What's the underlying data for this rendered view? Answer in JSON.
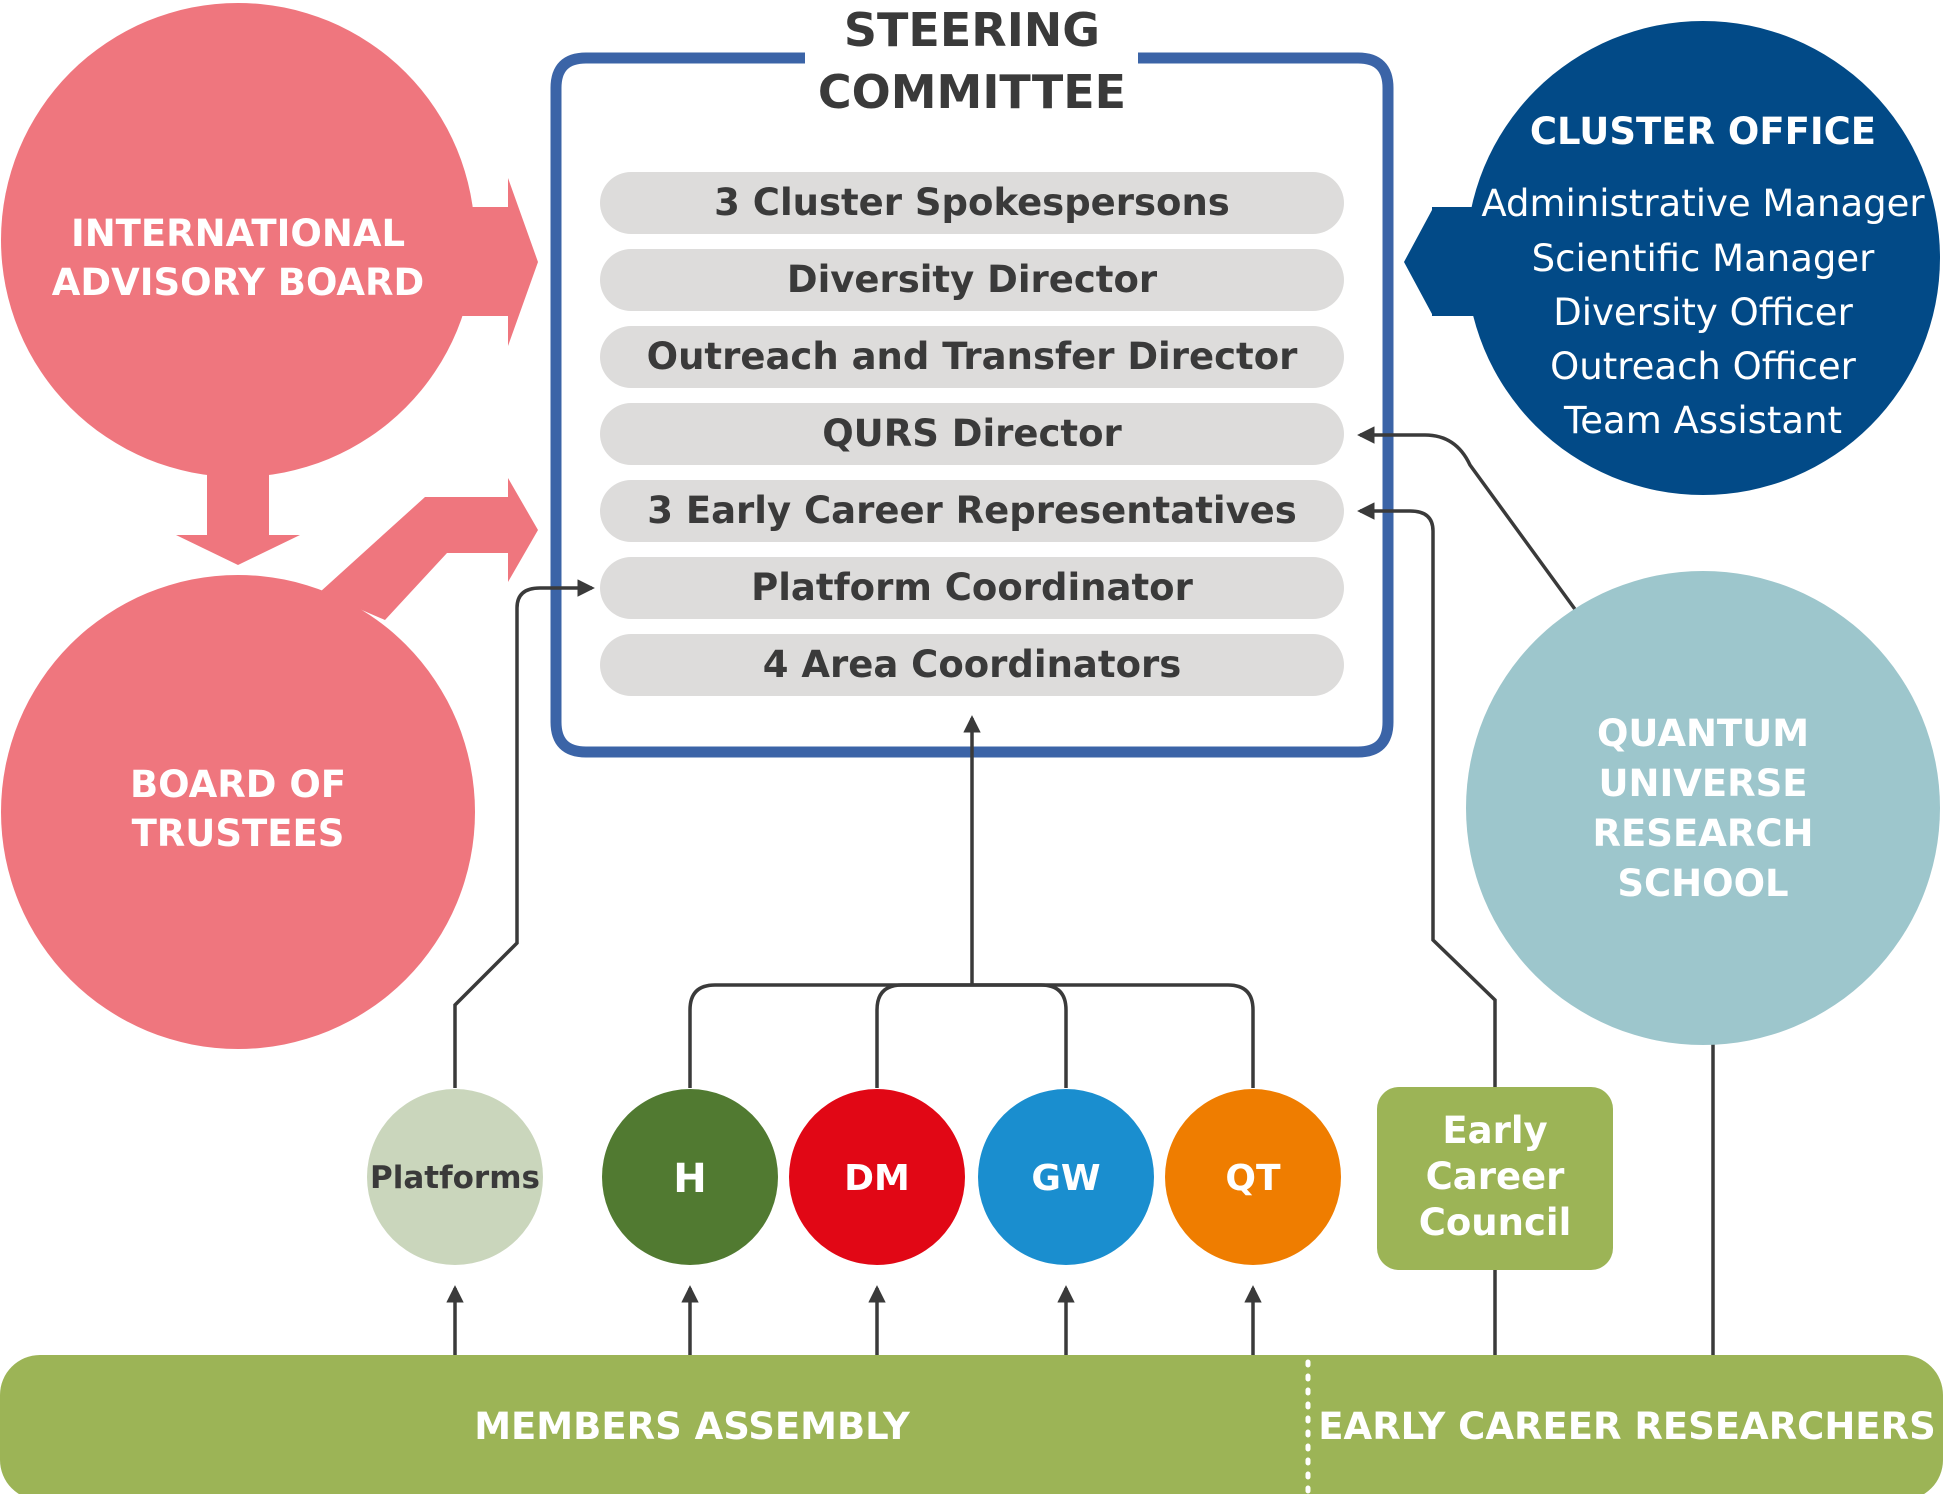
{
  "colors": {
    "pink": "#ef767e",
    "navy": "#024a87",
    "steering_border": "#3b64a7",
    "steering_row": "#dddcdb",
    "teal": "#9dc6cc",
    "olive": "#9cb456",
    "platforms": "#cad6bc",
    "h": "#517a31",
    "dm": "#e10715",
    "gw": "#1a8ecf",
    "qt": "#ef7d00",
    "connector": "#3a3a3a"
  },
  "steering": {
    "title_line1": "STEERING",
    "title_line2": "COMMITTEE",
    "rows": [
      "3 Cluster Spokespersons",
      "Diversity Director",
      "Outreach and Transfer Director",
      "QURS Director",
      "3 Early Career Representatives",
      "Platform Coordinator",
      "4 Area Coordinators"
    ]
  },
  "advisory_board": {
    "line1": "INTERNATIONAL",
    "line2": "ADVISORY BOARD"
  },
  "trustees": {
    "line1": "BOARD OF",
    "line2": "TRUSTEES"
  },
  "cluster_office": {
    "title": "CLUSTER OFFICE",
    "items": [
      "Administrative Manager",
      "Scientific Manager",
      "Diversity Officer",
      "Outreach Officer",
      "Team Assistant"
    ]
  },
  "research_school": {
    "lines": [
      "QUANTUM",
      "UNIVERSE",
      "RESEARCH",
      "SCHOOL"
    ]
  },
  "areas": {
    "platforms": "Platforms",
    "h": "H",
    "dm": "DM",
    "gw": "GW",
    "qt": "QT"
  },
  "early_career_council": {
    "lines": [
      "Early",
      "Career",
      "Council"
    ]
  },
  "bottom": {
    "members": "MEMBERS ASSEMBLY",
    "early_career": "EARLY CAREER RESEARCHERS"
  }
}
